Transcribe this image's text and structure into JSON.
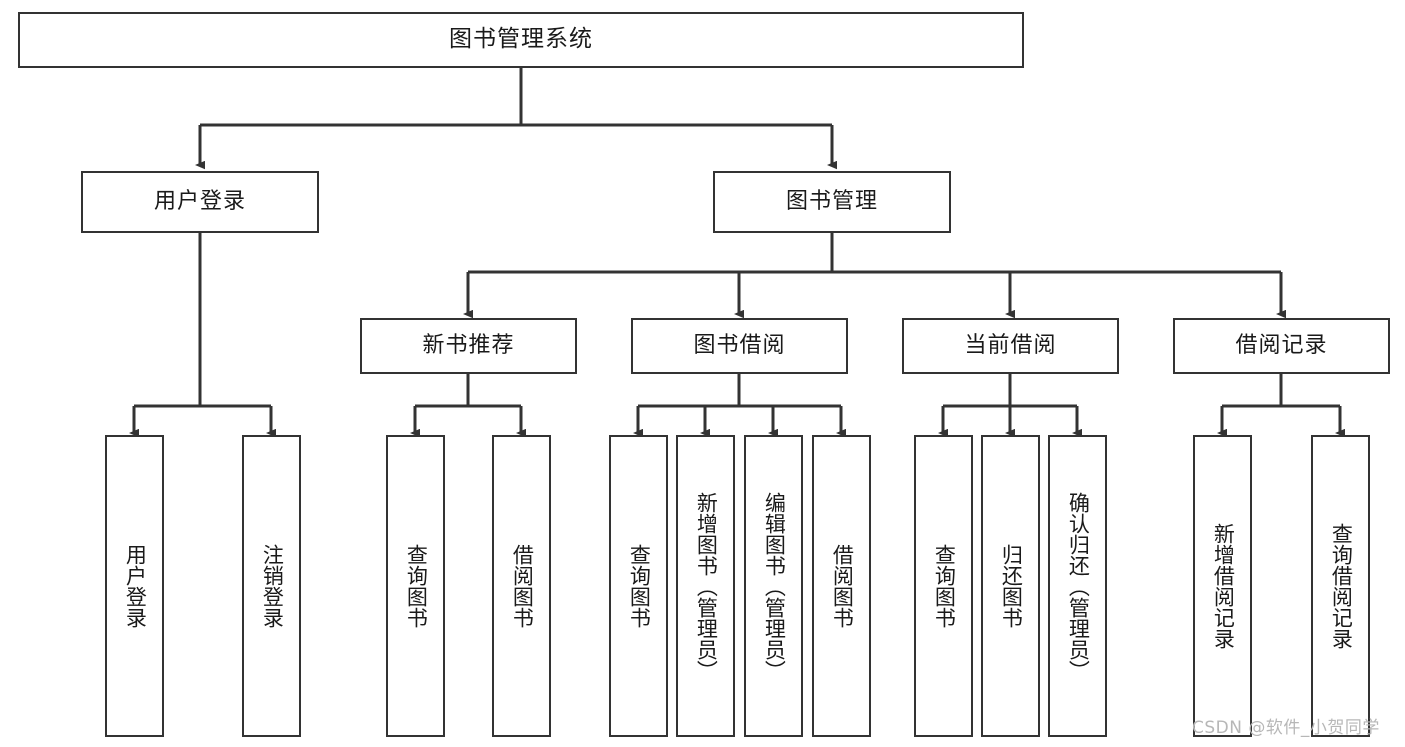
{
  "diagram": {
    "type": "tree",
    "title": "图书管理系统",
    "orientation": "top-down",
    "root": {
      "id": "root",
      "label": "图书管理系统"
    },
    "level2": [
      {
        "id": "user-login",
        "label": "用户登录"
      },
      {
        "id": "book-manage",
        "label": "图书管理"
      }
    ],
    "level3": [
      {
        "id": "new-book-recommend",
        "label": "新书推荐",
        "parent": "book-manage"
      },
      {
        "id": "book-borrow",
        "label": "图书借阅",
        "parent": "book-manage"
      },
      {
        "id": "current-borrow",
        "label": "当前借阅",
        "parent": "book-manage"
      },
      {
        "id": "borrow-record",
        "label": "借阅记录",
        "parent": "book-manage"
      }
    ],
    "leaves": {
      "user-login": [
        {
          "id": "leaf-user-login",
          "label": "用户登录"
        },
        {
          "id": "leaf-user-logout",
          "label": "注销登录"
        }
      ],
      "new-book-recommend": [
        {
          "id": "leaf-query-book-1",
          "label": "查询图书"
        },
        {
          "id": "leaf-borrow-book-1",
          "label": "借阅图书"
        }
      ],
      "book-borrow": [
        {
          "id": "leaf-query-book-2",
          "label": "查询图书"
        },
        {
          "id": "leaf-add-book",
          "label": "新增图书（管理员）"
        },
        {
          "id": "leaf-edit-book",
          "label": "编辑图书（管理员）"
        },
        {
          "id": "leaf-borrow-book-2",
          "label": "借阅图书"
        }
      ],
      "current-borrow": [
        {
          "id": "leaf-query-book-3",
          "label": "查询图书"
        },
        {
          "id": "leaf-return-book",
          "label": "归还图书"
        },
        {
          "id": "leaf-confirm-return",
          "label": "确认归还（管理员）"
        }
      ],
      "borrow-record": [
        {
          "id": "leaf-add-record",
          "label": "新增借阅记录"
        },
        {
          "id": "leaf-query-record",
          "label": "查询借阅记录"
        }
      ]
    }
  },
  "watermark": {
    "text": "CSDN @软件_小贺同学"
  },
  "colors": {
    "border": "#333333",
    "text": "#1a1a1a",
    "background": "#ffffff",
    "edge": "#333333",
    "watermark": "#b7b7b7"
  }
}
